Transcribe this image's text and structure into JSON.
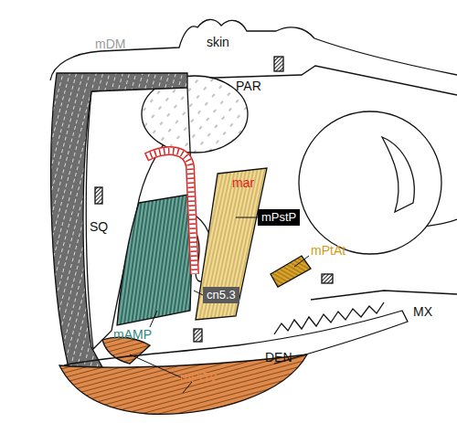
{
  "diagram": {
    "nodes": [
      {
        "text": [
          "mPstP"
        ]
      },
      {
        "text": [
          "cn5.3"
        ]
      }
    ],
    "labels": [
      "mDM",
      "skin",
      "PAR",
      "SQ",
      "mar",
      "mPtAt",
      "mAMP",
      "MX",
      "DEN",
      "mPtTy"
    ]
  }
}
